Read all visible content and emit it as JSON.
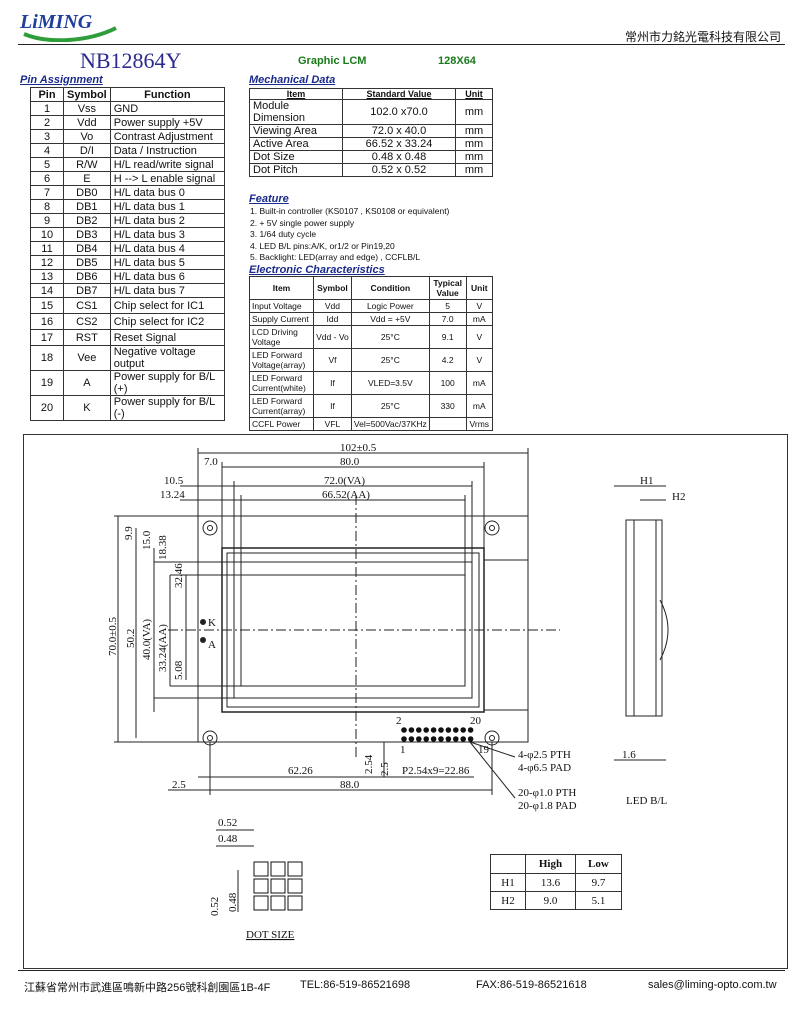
{
  "header": {
    "logo_text": "LiMING",
    "company": "常州市力銘光電科技有限公司",
    "model": "NB12864Y",
    "subtitle": "Graphic   LCM",
    "resolution": "128X64"
  },
  "pin_assignment": {
    "title": "Pin Assignment",
    "headers": [
      "Pin",
      "Symbol",
      "Function"
    ],
    "rows": [
      [
        "1",
        "Vss",
        "GND"
      ],
      [
        "2",
        "Vdd",
        "Power supply  +5V"
      ],
      [
        "3",
        "Vo",
        "Contrast Adjustment"
      ],
      [
        "4",
        "D/I",
        "Data / Instruction"
      ],
      [
        "5",
        "R/W",
        "H/L read/write signal"
      ],
      [
        "6",
        "E",
        "H --> L enable signal"
      ],
      [
        "7",
        "DB0",
        "H/L data bus 0"
      ],
      [
        "8",
        "DB1",
        "H/L data bus 1"
      ],
      [
        "9",
        "DB2",
        "H/L data bus 2"
      ],
      [
        "10",
        "DB3",
        "H/L data bus 3"
      ],
      [
        "11",
        "DB4",
        "H/L data bus 4"
      ],
      [
        "12",
        "DB5",
        "H/L data bus 5"
      ],
      [
        "13",
        "DB6",
        "H/L data bus 6"
      ],
      [
        "14",
        "DB7",
        "H/L data bus 7"
      ],
      [
        "15",
        "CS1",
        "Chip select for IC1"
      ],
      [
        "16",
        "CS2",
        "Chip select for IC2"
      ],
      [
        "17",
        "RST",
        "Reset Signal"
      ],
      [
        "18",
        "Vee",
        "Negative voltage output"
      ],
      [
        "19",
        "A",
        "Power supply for B/L (+)"
      ],
      [
        "20",
        "K",
        "Power supply for B/L (-)"
      ]
    ]
  },
  "mechanical": {
    "title": "Mechanical Data",
    "headers": [
      "Item",
      "Standard Value",
      "Unit"
    ],
    "rows": [
      [
        "Module Dimension",
        "102.0 x70.0",
        "mm"
      ],
      [
        "Viewing Area",
        "72.0 x 40.0",
        "mm"
      ],
      [
        "Active  Area",
        "66.52 x 33.24",
        "mm"
      ],
      [
        "Dot Size",
        "0.48 x 0.48",
        "mm"
      ],
      [
        "Dot Pitch",
        "0.52 x 0.52",
        "mm"
      ]
    ]
  },
  "feature": {
    "title": "Feature",
    "items": [
      "1. Built-in controller (KS0107  , KS0108 or equivalent)",
      "2. + 5V single power supply",
      "3. 1/64 duty cycle",
      "4. LED B/L pins:A/K, or1/2 or Pin19,20",
      "5. Backlight: LED(array and edge) , CCFLB/L"
    ]
  },
  "electronic": {
    "title": "Electronic Characteristics",
    "headers": [
      "Item",
      "Symbol",
      "Condition",
      "Typical Value",
      "Unit"
    ],
    "rows": [
      [
        "Input Voltage",
        "Vdd",
        "Logic Power",
        "5",
        "V"
      ],
      [
        "Supply Current",
        "Idd",
        "Vdd = +5V",
        "7.0",
        "mA"
      ],
      [
        "LCD Driving Voltage",
        "Vdd - Vo",
        "25°C",
        "9.1",
        "V"
      ],
      [
        "LED Forward Voltage(array)",
        "Vf",
        "25°C",
        "4.2",
        "V"
      ],
      [
        "LED Forward Current(white)",
        "If",
        "VLED=3.5V",
        "100",
        "mA"
      ],
      [
        "LED Forward Current(array)",
        "If",
        "25°C",
        "330",
        "mA"
      ],
      [
        "CCFL Power",
        "VFL",
        "Vel=500Vac/37KHz",
        "",
        "Vrms"
      ]
    ]
  },
  "drawing": {
    "dims": {
      "width_total": "102±0.5",
      "offset_7": "7.0",
      "width_80": "80.0",
      "left_10_5": "10.5",
      "va_width": "72.0(VA)",
      "left_13_24": "13.24",
      "aa_width": "66.52(AA)",
      "h_9_9": "9.9",
      "h_15": "15.0",
      "h_18_38": "18.38",
      "h_32_46": "32.46",
      "height_total": "70.0±0.5",
      "h_50_2": "50.2",
      "va_height": "40.0(VA)",
      "aa_height": "33.24(AA)",
      "h_5_08": "5.08",
      "pin_k": "K",
      "pin_a": "A",
      "pin_2": "2",
      "pin_20": "20",
      "pin_1": "1",
      "pin_19": "19",
      "dim_62_26": "62.26",
      "dim_2_54": "2.54",
      "dim_2_5v": "2.5",
      "pitch": "P2.54x9=22.86",
      "dim_2_5": "2.5",
      "dim_88": "88.0",
      "hole_pth": "4-φ2.5 PTH",
      "hole_pad": "4-φ6.5 PAD",
      "pin_pth": "20-φ1.0 PTH",
      "pin_pad": "20-φ1.8 PAD",
      "h1": "H1",
      "h2": "H2",
      "side_1_6": "1.6",
      "led_bl": "LED B/L",
      "dot_052": "0.52",
      "dot_048": "0.48",
      "dot_052v": "0.52",
      "dot_048v": "0.48",
      "dot_size": "DOT SIZE"
    },
    "height_table": {
      "headers": [
        "",
        "High",
        "Low"
      ],
      "rows": [
        [
          "H1",
          "13.6",
          "9.7"
        ],
        [
          "H2",
          "9.0",
          "5.1"
        ]
      ]
    }
  },
  "footer": {
    "address": "江蘇省常州市武進區鳴新中路256號科創園區1B-4F",
    "tel": "TEL:86-519-86521698",
    "fax": "FAX:86-519-86521618",
    "email": "sales@liming-opto.com.tw"
  },
  "colors": {
    "logo_green": "#2f9e3a",
    "logo_blue": "#1e3f9a",
    "section_blue": "#1a2a8a",
    "subtitle_green": "#1b7a1b"
  }
}
